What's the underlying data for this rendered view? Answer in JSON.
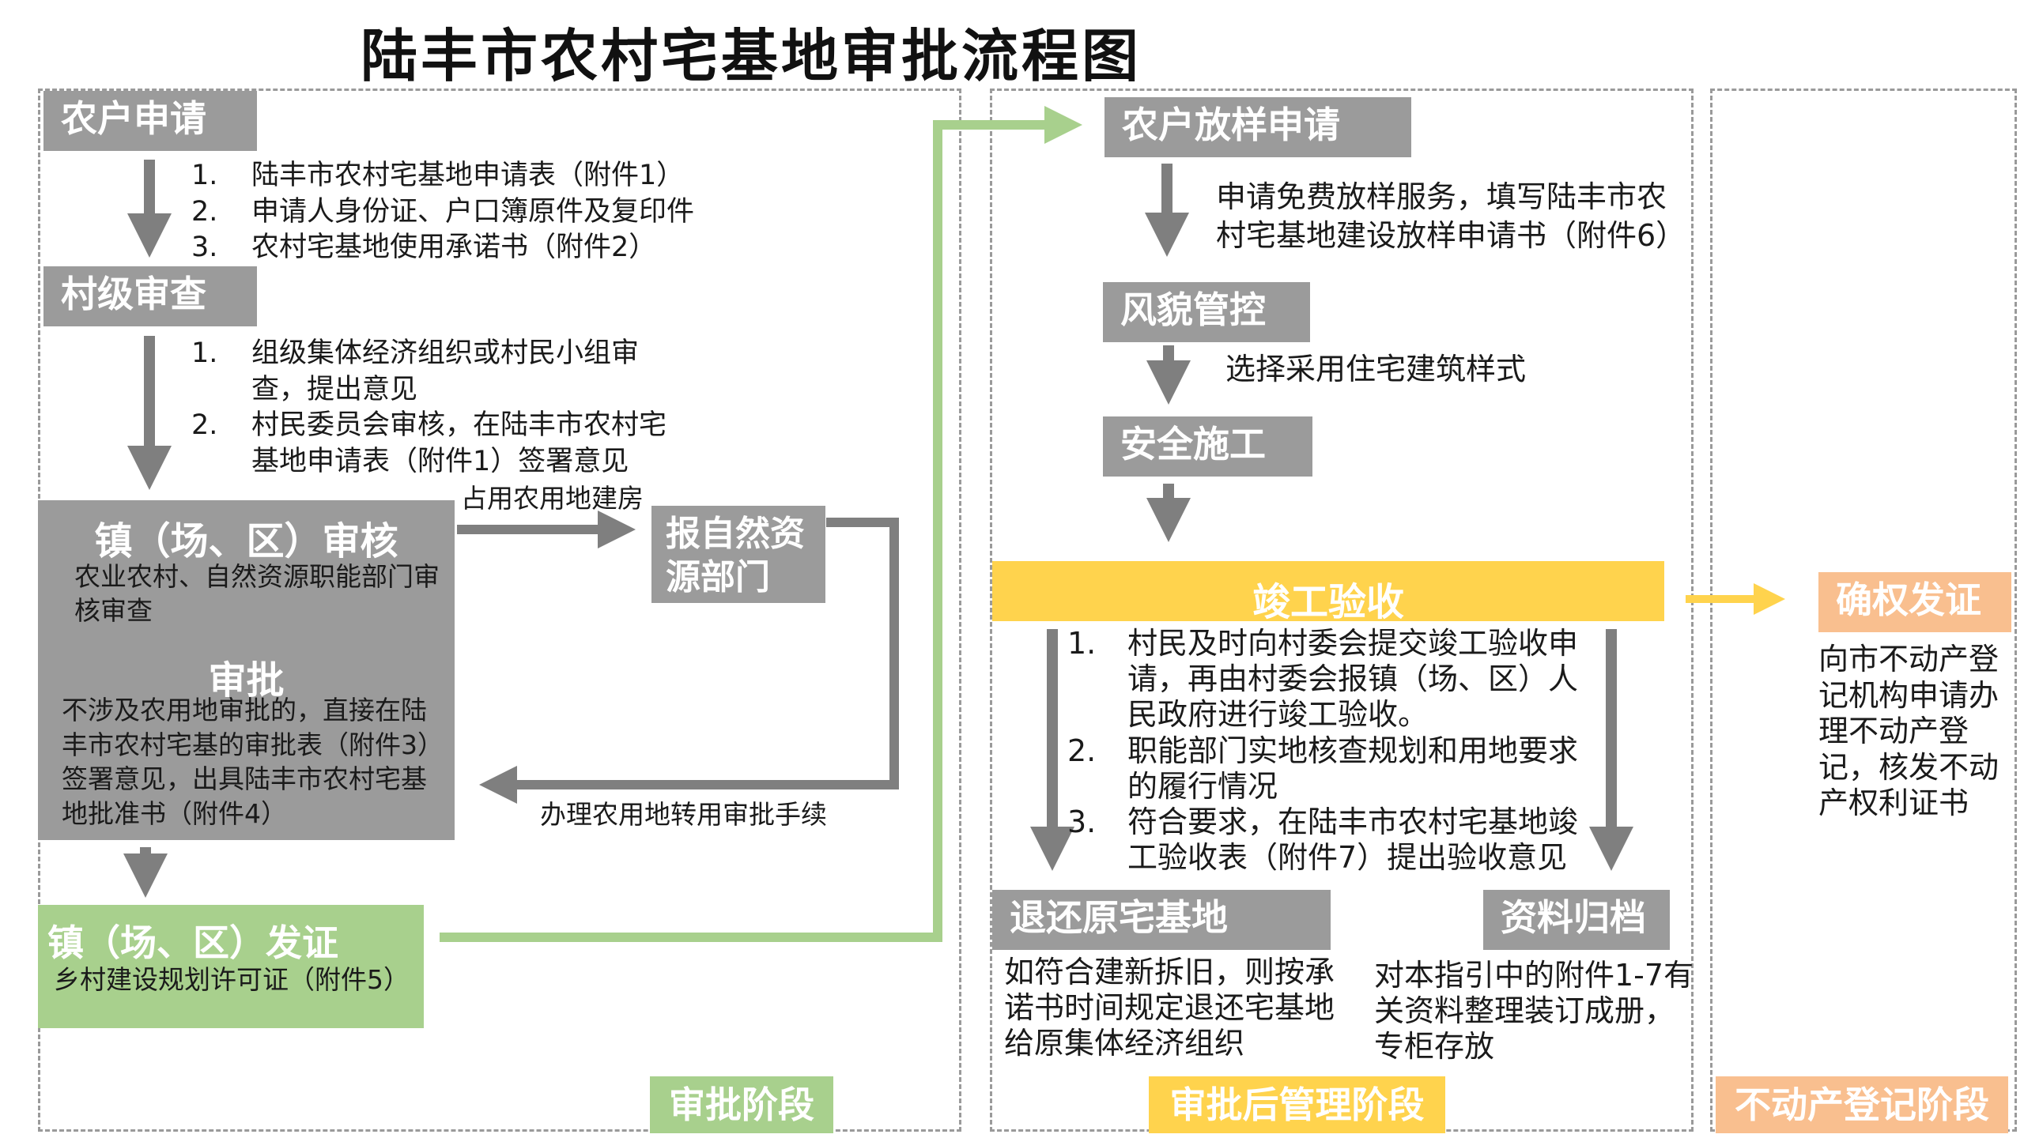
{
  "title": "陆丰市农村宅基地审批流程图",
  "colors": {
    "gray": "#9b9b9b",
    "green": "#a8d08d",
    "yellow": "#ffd34d",
    "orange": "#f9bf8f",
    "arrow_gray": "#7f7f7f"
  },
  "approval": {
    "stage_label": "审批阶段",
    "apply": {
      "header": "农户申请",
      "items": [
        {
          "num": "1.",
          "text": "陆丰市农村宅基地申请表（附件1）"
        },
        {
          "num": "2.",
          "text": "申请人身份证、户口簿原件及复印件"
        },
        {
          "num": "3.",
          "text": "农村宅基地使用承诺书（附件2）"
        }
      ]
    },
    "village": {
      "header": "村级审查",
      "items": [
        {
          "num": "1.",
          "text": "组级集体经济组织或村民小组审查，提出意见"
        },
        {
          "num": "2.",
          "text": "村民委员会审核，在陆丰市农村宅基地申请表（附件1）签署意见"
        }
      ]
    },
    "town_review": {
      "header": "镇（场、区）审核",
      "desc": "农业农村、自然资源职能部门审核审查",
      "approve_header": "审批",
      "approve_desc": "不涉及农用地审批的，直接在陆丰市农村宅基的审批表（附件3）签署意见，出具陆丰市农村宅基地批准书（附件4）"
    },
    "land_use_label": "占用农用地建房",
    "natural_resources": "报自然资源部门",
    "conversion_label": "办理农用地转用审批手续",
    "certificate": {
      "header": "镇（场、区）发证",
      "desc": "乡村建设规划许可证（附件5）"
    }
  },
  "post": {
    "stage_label": "审批后管理阶段",
    "layout": {
      "header": "农户放样申请",
      "desc": "申请免费放样服务，填写陆丰市农村宅基地建设放样申请书（附件6）"
    },
    "style": {
      "header": "风貌管控",
      "desc": "选择采用住宅建筑样式"
    },
    "construction": {
      "header": "安全施工"
    },
    "acceptance": {
      "header": "竣工验收",
      "items": [
        {
          "num": "1.",
          "text": "村民及时向村委会提交竣工验收申请，再由村委会报镇（场、区）人民政府进行竣工验收。"
        },
        {
          "num": "2.",
          "text": "职能部门实地核查规划和用地要求的履行情况"
        },
        {
          "num": "3.",
          "text": "符合要求，在陆丰市农村宅基地竣工验收表（附件7）提出验收意见"
        }
      ]
    },
    "return": {
      "header": "退还原宅基地",
      "desc": "如符合建新拆旧，则按承诺书时间规定退还宅基地给原集体经济组织"
    },
    "archive": {
      "header": "资料归档",
      "desc": "对本指引中的附件1-7有关资料整理装订成册，专柜存放"
    }
  },
  "registration": {
    "stage_label": "不动产登记阶段",
    "header": "确权发证",
    "desc": "向市不动产登记机构申请办理不动产登记，核发不动产权利证书"
  }
}
